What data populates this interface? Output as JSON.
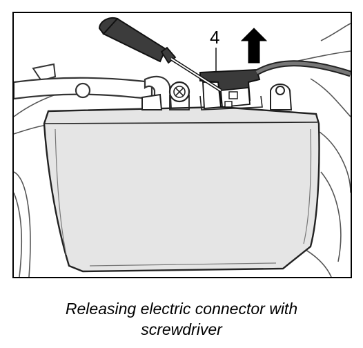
{
  "figure": {
    "callout_number": "4"
  },
  "caption": {
    "line1": "Releasing electric connector with",
    "line2": "screwdriver"
  }
}
